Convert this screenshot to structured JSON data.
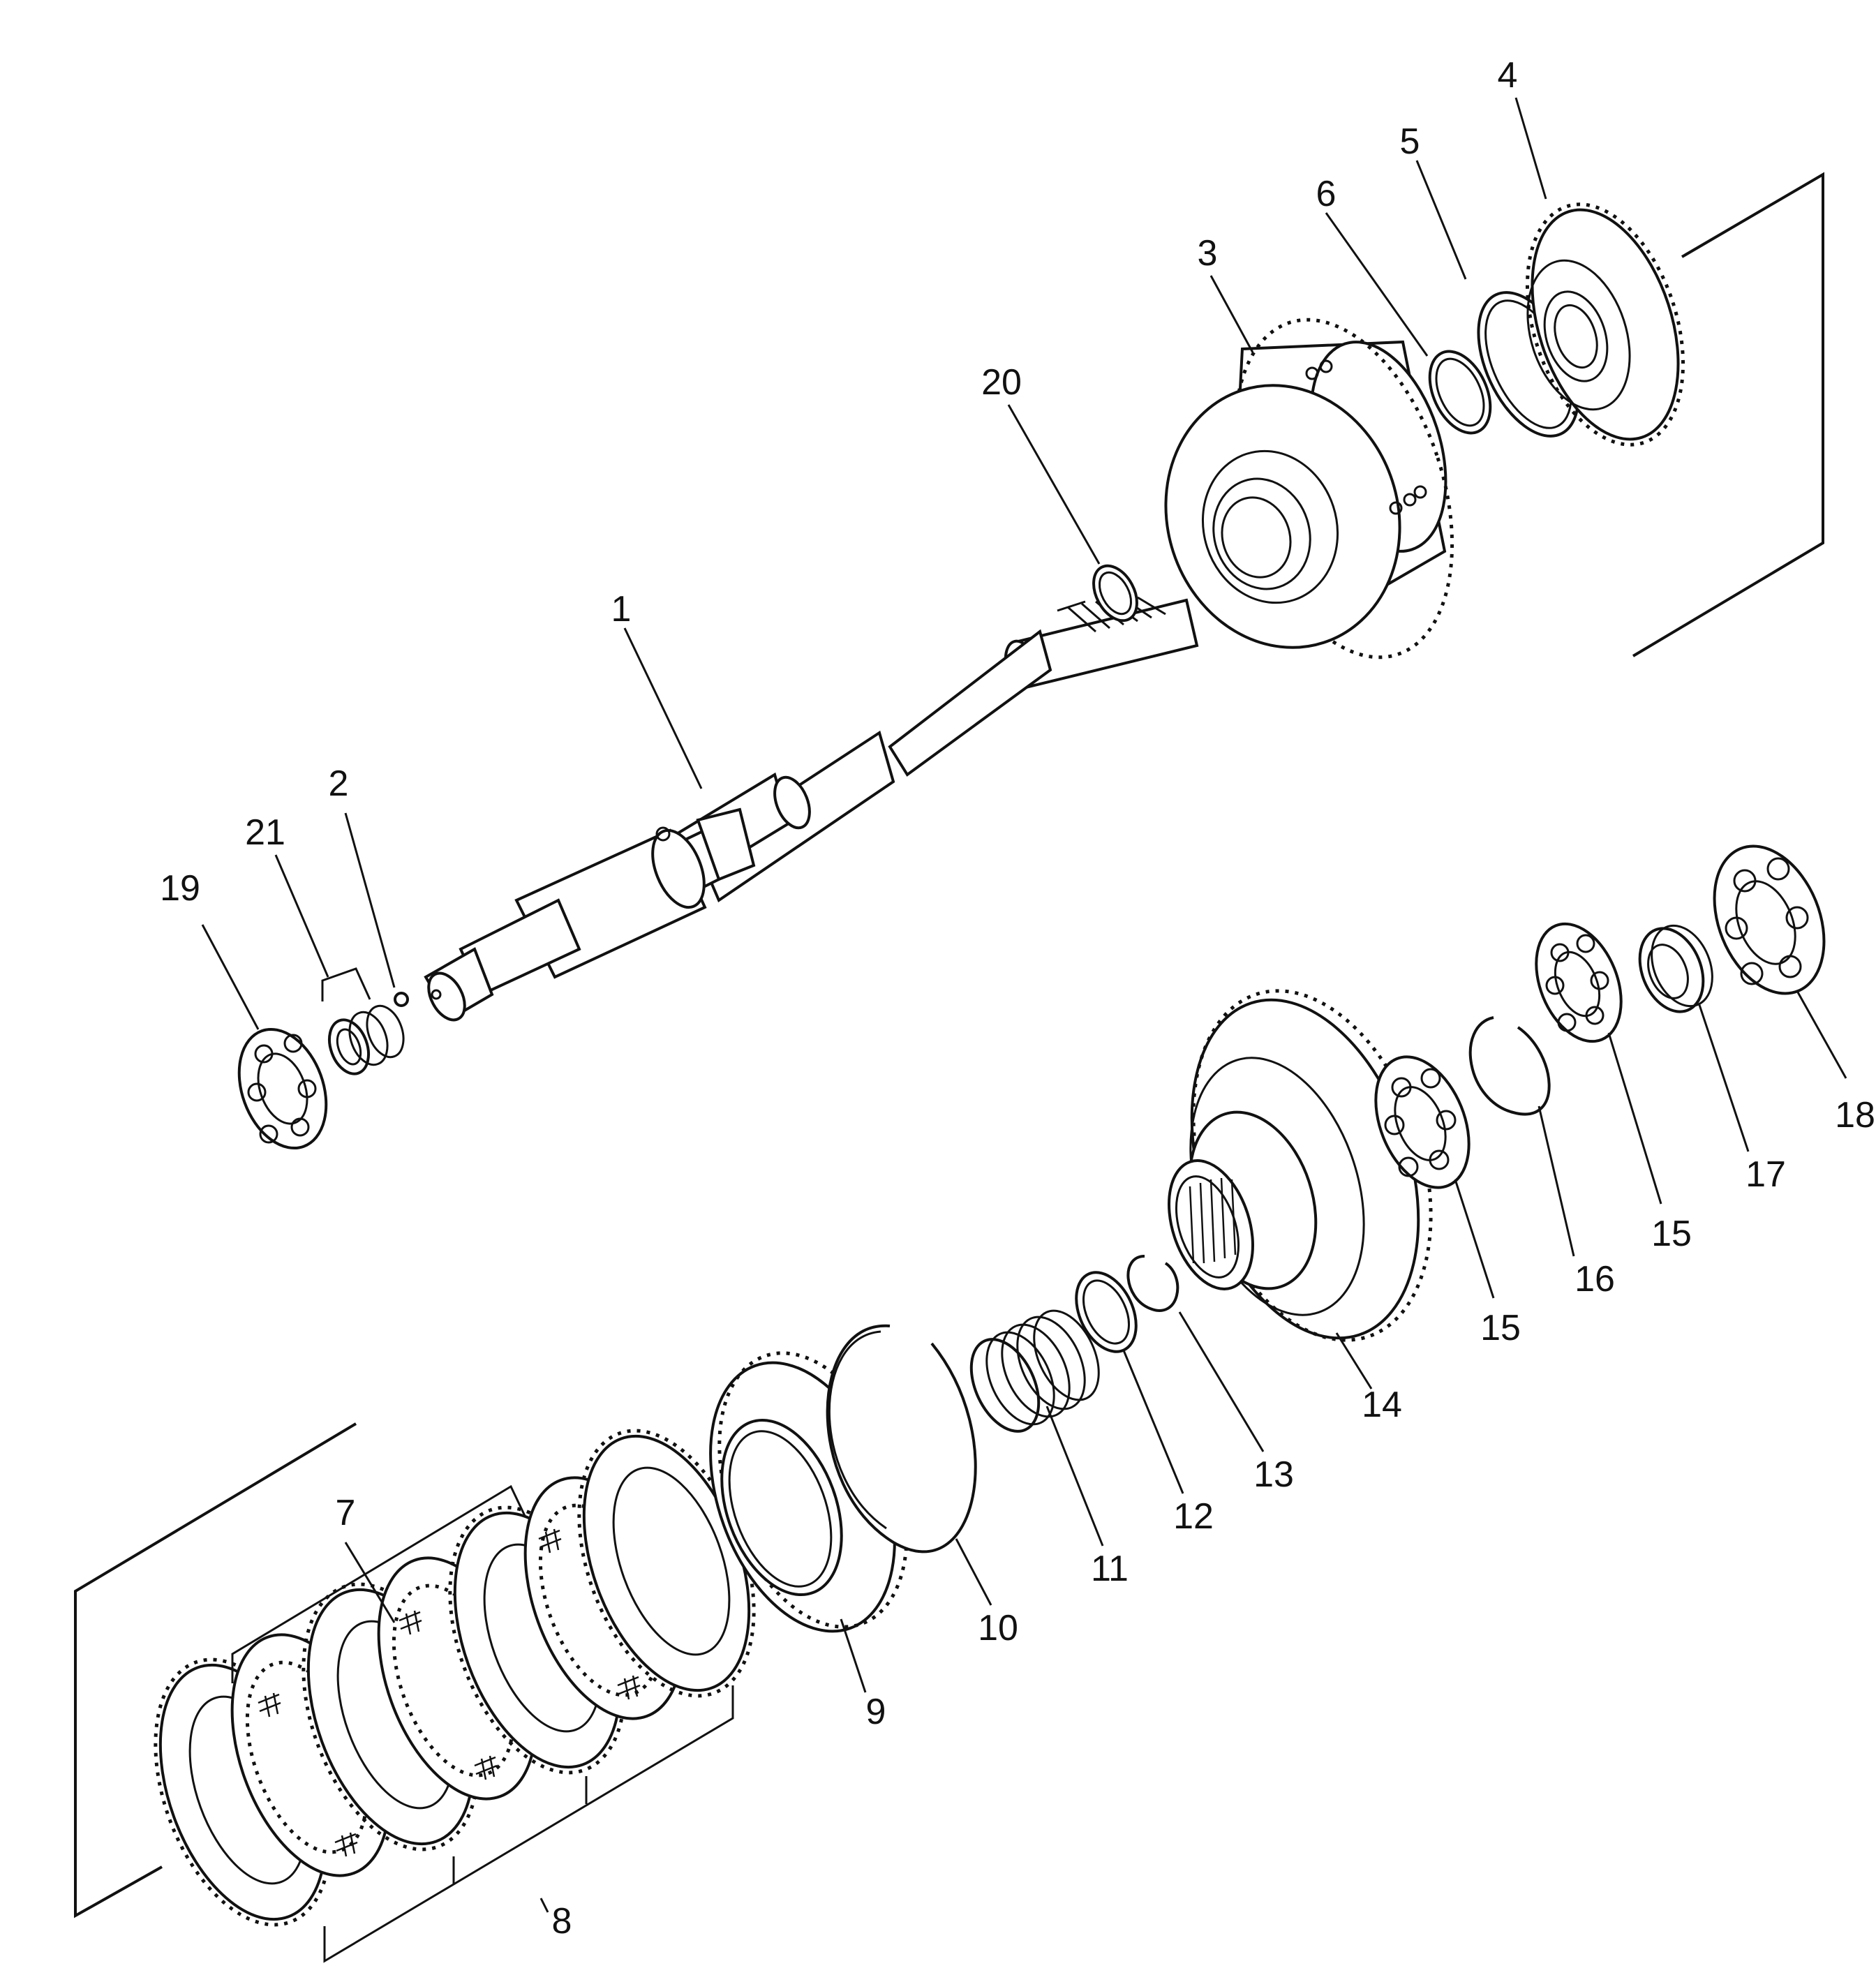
{
  "callouts": [
    {
      "label": "1"
    },
    {
      "label": "2"
    },
    {
      "label": "3"
    },
    {
      "label": "4"
    },
    {
      "label": "5"
    },
    {
      "label": "6"
    },
    {
      "label": "7"
    },
    {
      "label": "8"
    },
    {
      "label": "9"
    },
    {
      "label": "10"
    },
    {
      "label": "11"
    },
    {
      "label": "12"
    },
    {
      "label": "13"
    },
    {
      "label": "14"
    },
    {
      "label": "15"
    },
    {
      "label": "15"
    },
    {
      "label": "16"
    },
    {
      "label": "17"
    },
    {
      "label": "18"
    },
    {
      "label": "19"
    },
    {
      "label": "20"
    },
    {
      "label": "21"
    }
  ]
}
